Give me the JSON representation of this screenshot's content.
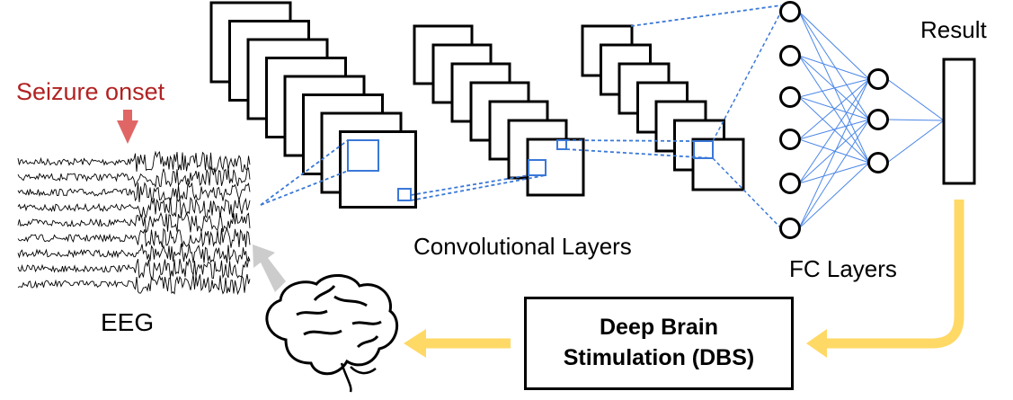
{
  "labels": {
    "seizure_onset": "Seizure onset",
    "eeg": "EEG",
    "conv_layers": "Convolutional Layers",
    "fc_layers": "FC Layers",
    "result": "Result",
    "dbs_line1": "Deep Brain",
    "dbs_line2": "Stimulation (DBS)"
  },
  "colors": {
    "seizure_text": "#b22222",
    "onset_arrow": "#e06666",
    "kernel_blue": "#3a78d8",
    "fc_line_blue": "#4a86e8",
    "feedback_yellow": "#ffd966",
    "feedback_gray": "#cccccc"
  }
}
